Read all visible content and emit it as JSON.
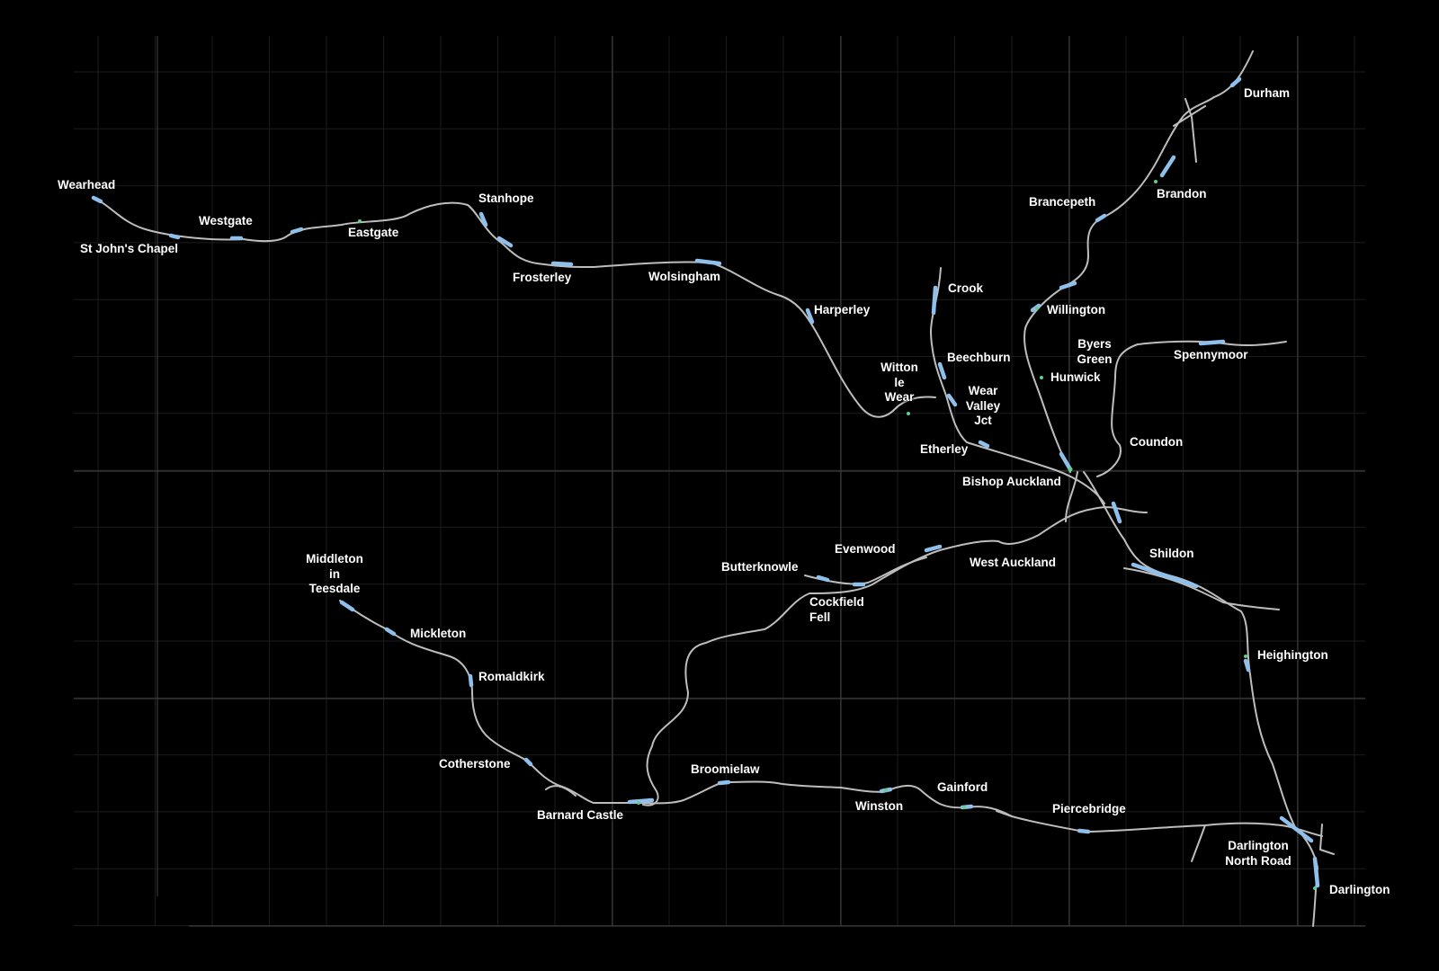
{
  "map": {
    "colors": {
      "background": "#000000",
      "track": "#bdbdbd",
      "platform": "#8fc0ec",
      "station_marker": "#5fd08a",
      "label": "#ffffff",
      "grid": "#3a3a3a"
    },
    "stations": {
      "wearhead": "Wearhead",
      "westgate": "Westgate",
      "st_johns_chapel": "St John's Chapel",
      "eastgate": "Eastgate",
      "stanhope": "Stanhope",
      "frosterley": "Frosterley",
      "wolsingham": "Wolsingham",
      "harperley": "Harperley",
      "crook": "Crook",
      "beechburn": "Beechburn",
      "witton_le_wear": "Witton\nle\nWear",
      "wear_valley_jct": "Wear\nValley\nJct",
      "etherley": "Etherley",
      "bishop_auckland": "Bishop Auckland",
      "durham": "Durham",
      "brandon": "Brandon",
      "brancepeth": "Brancepeth",
      "willington": "Willington",
      "hunwick": "Hunwick",
      "byers_green": "Byers\nGreen",
      "spennymoor": "Spennymoor",
      "coundon": "Coundon",
      "shildon": "Shildon",
      "west_auckland": "West Auckland",
      "evenwood": "Evenwood",
      "butterknowle": "Butterknowle",
      "cockfield_fell": "Cockfield\nFell",
      "heighington": "Heighington",
      "middleton_in_teesdale": "Middleton\nin\nTeesdale",
      "mickleton": "Mickleton",
      "romaldkirk": "Romaldkirk",
      "cotherstone": "Cotherstone",
      "barnard_castle": "Barnard Castle",
      "broomielaw": "Broomielaw",
      "winston": "Winston",
      "gainford": "Gainford",
      "piercebridge": "Piercebridge",
      "darlington_north_road": "Darlington\nNorth Road",
      "darlington": "Darlington"
    }
  }
}
